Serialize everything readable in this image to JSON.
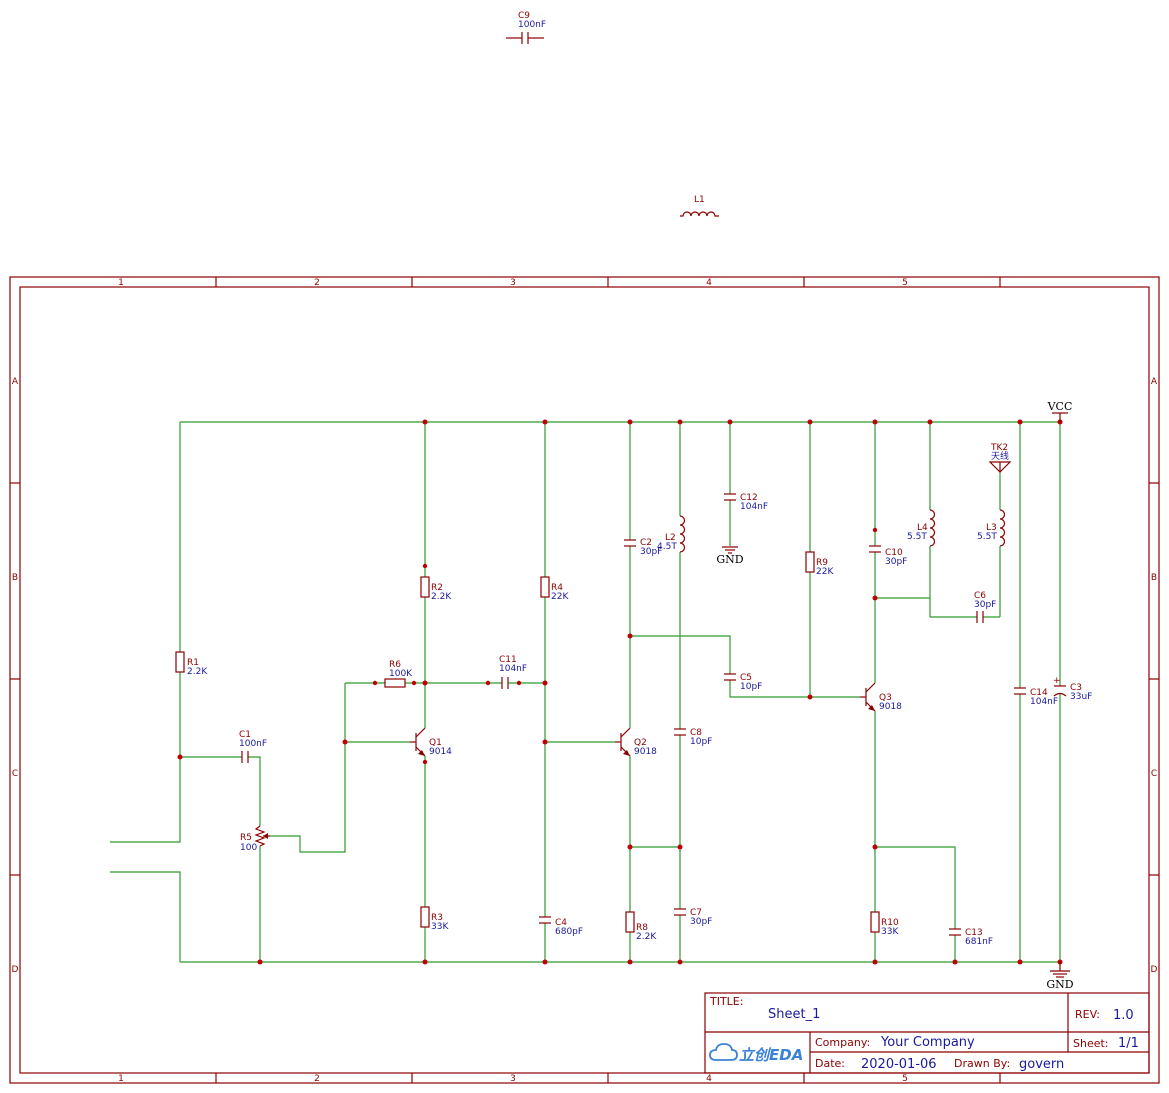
{
  "zones": {
    "columns": [
      "1",
      "2",
      "3",
      "4",
      "5"
    ],
    "rows": [
      "A",
      "B",
      "C",
      "D"
    ]
  },
  "nets": {
    "vcc": "VCC",
    "gnd": "GND"
  },
  "components": {
    "C9": {
      "ref": "C9",
      "value": "100nF"
    },
    "L1": {
      "ref": "L1",
      "value": ""
    },
    "R1": {
      "ref": "R1",
      "value": "2.2K"
    },
    "R2": {
      "ref": "R2",
      "value": "2.2K"
    },
    "R3": {
      "ref": "R3",
      "value": "33K"
    },
    "R4": {
      "ref": "R4",
      "value": "22K"
    },
    "R5": {
      "ref": "R5",
      "value": "100"
    },
    "R6": {
      "ref": "R6",
      "value": "100K"
    },
    "R8": {
      "ref": "R8",
      "value": "2.2K"
    },
    "R9": {
      "ref": "R9",
      "value": "22K"
    },
    "R10": {
      "ref": "R10",
      "value": "33K"
    },
    "C1": {
      "ref": "C1",
      "value": "100nF"
    },
    "C2": {
      "ref": "C2",
      "value": "30pF"
    },
    "C3": {
      "ref": "C3",
      "value": "33uF"
    },
    "C4": {
      "ref": "C4",
      "value": "680pF"
    },
    "C5": {
      "ref": "C5",
      "value": "10pF"
    },
    "C6": {
      "ref": "C6",
      "value": "30pF"
    },
    "C7": {
      "ref": "C7",
      "value": "30pF"
    },
    "C8": {
      "ref": "C8",
      "value": "10pF"
    },
    "C10": {
      "ref": "C10",
      "value": "30pF"
    },
    "C11": {
      "ref": "C11",
      "value": "104nF"
    },
    "C12": {
      "ref": "C12",
      "value": "104nF"
    },
    "C13": {
      "ref": "C13",
      "value": "681nF"
    },
    "C14": {
      "ref": "C14",
      "value": "104nF"
    },
    "L2": {
      "ref": "L2",
      "value": "4.5T"
    },
    "L3": {
      "ref": "L3",
      "value": "5.5T"
    },
    "L4": {
      "ref": "L4",
      "value": "5.5T"
    },
    "Q1": {
      "ref": "Q1",
      "value": "9014"
    },
    "Q2": {
      "ref": "Q2",
      "value": "9018"
    },
    "Q3": {
      "ref": "Q3",
      "value": "9018"
    },
    "TK2": {
      "ref": "TK2",
      "value": "天线"
    }
  },
  "title_block": {
    "title_label": "TITLE:",
    "title": "Sheet_1",
    "rev_label": "REV:",
    "rev": "1.0",
    "company_label": "Company:",
    "company": "Your Company",
    "sheet_label": "Sheet:",
    "sheet": "1/1",
    "date_label": "Date:",
    "date": "2020-01-06",
    "drawn_by_label": "Drawn By:",
    "drawn_by": "govern",
    "logo_text": "立创EDA"
  },
  "colors": {
    "wire": "#2f9a2f",
    "component": "#8b0000",
    "junction": "#c00000",
    "value_text": "#1a1a9e",
    "logo": "#3b82d6"
  }
}
